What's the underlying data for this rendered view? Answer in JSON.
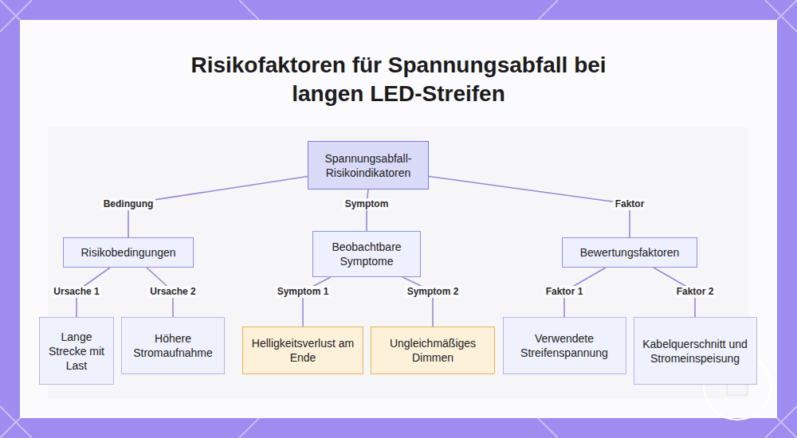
{
  "diagram": {
    "title": "Risikofaktoren für Spannungsabfall bei langen LED-Streifen",
    "nodes": [
      {
        "text": [
          "Spannungsabfall-Risikoindikatoren"
        ]
      },
      {
        "text": [
          "Risikobedingungen"
        ]
      },
      {
        "text": [
          "Beobachtbare Symptome"
        ]
      },
      {
        "text": [
          "Bewertungsfaktoren"
        ]
      },
      {
        "text": [
          "Lange Strecke mit Last"
        ]
      },
      {
        "text": [
          "Höhere Stromaufnahme"
        ]
      },
      {
        "text": [
          "Helligkeitsverlust am Ende"
        ]
      },
      {
        "text": [
          "Ungleichmäßiges Dimmen"
        ]
      },
      {
        "text": [
          "Verwendete Streifenspannung"
        ]
      },
      {
        "text": [
          "Kabelquerschnitt und Stromeinspeisung"
        ]
      }
    ],
    "edges": [
      {
        "from": 0,
        "to": 1,
        "label": "Bedingung",
        "arrow": "none"
      },
      {
        "from": 0,
        "to": 2,
        "label": "Symptom",
        "arrow": "none"
      },
      {
        "from": 0,
        "to": 3,
        "label": "Faktor",
        "arrow": "none"
      },
      {
        "from": 1,
        "to": 4,
        "label": "Ursache 1",
        "arrow": "none"
      },
      {
        "from": 1,
        "to": 5,
        "label": "Ursache 2",
        "arrow": "none"
      },
      {
        "from": 2,
        "to": 6,
        "label": "Symptom 1",
        "arrow": "none"
      },
      {
        "from": 2,
        "to": 7,
        "label": "Symptom 2",
        "arrow": "none"
      },
      {
        "from": 3,
        "to": 8,
        "label": "Faktor 1",
        "arrow": "none"
      },
      {
        "from": 3,
        "to": 9,
        "label": "Faktor 2",
        "arrow": "none"
      }
    ]
  }
}
